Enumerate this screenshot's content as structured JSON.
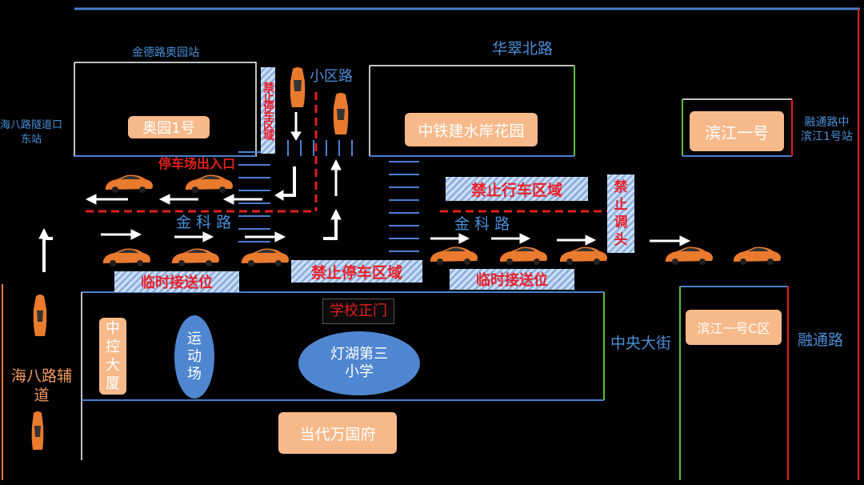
{
  "labels": {
    "jinde_station": "金德路奥园站",
    "haiba_tunnel": "海八路隧道口\n东站",
    "huacui_north": "华翠北路",
    "xiaoqu_road": "小区路",
    "rongtong_station": "融通路中\n滨江1号站",
    "jinke_road_1": "金  科  路",
    "jinke_road_2": "金  科  路",
    "parking_entrance": "停车场出入口",
    "zhongyang_street": "中央大街",
    "rongtong_road": "融通路",
    "haiba_aux": "海八路辅\n道",
    "school_gate": "学校正门"
  },
  "buildings": {
    "aoyuan": "奥园1号",
    "zhongtiejian": "中铁建水岸花园",
    "binjiang": "滨江一号",
    "binjiang_c": "滨江一号C区",
    "zhongkong": "中\n控\n大\n厦",
    "dangdai": "当代万国府",
    "playground": "运\n动\n场",
    "school": "灯湖第三\n小学"
  },
  "zones": {
    "no_parking_vertical": "禁止停车区域",
    "no_driving": "禁止行车区域",
    "no_uturn": "禁\n止\n调\n头",
    "no_parking": "禁止停车区域",
    "temp_dropoff_1": "临时接送位",
    "temp_dropoff_2": "临时接送位"
  },
  "colors": {
    "road_line": "#4a7fd0",
    "lane_divider": "#e0201e",
    "accent_orange": "#f29a62",
    "box": "#f7b98a",
    "car": "#ea7a2e"
  }
}
